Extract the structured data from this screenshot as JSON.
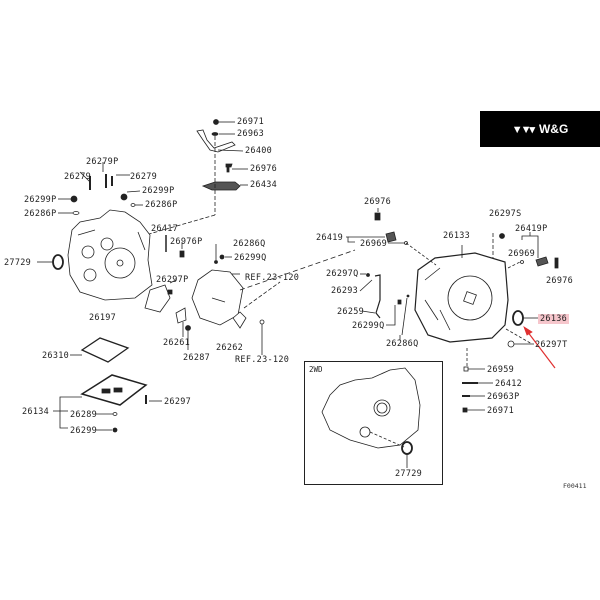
{
  "brand": {
    "logo_icon": "triple-chevron-logo",
    "logo_glyph": "▼▼▾",
    "name": "W&G"
  },
  "diagram": {
    "title_code": "F00411",
    "inset_title": "2WD",
    "highlight_color": "#f6c6cc",
    "arrow_color": "#e03030",
    "highlighted_part": "26136",
    "labels": {
      "p26971a": "26971",
      "p26963": "26963",
      "p26400": "26400",
      "p26976a": "26976",
      "p26434": "26434",
      "p26279P": "26279P",
      "p26279a": "26279",
      "p26279b": "26279",
      "p26299Pa": "26299P",
      "p26299Pb": "26299P",
      "p26286Pa": "26286P",
      "p26286Pb": "26286P",
      "p26417": "26417",
      "p26976P": "26976P",
      "p26286Q": "26286Q",
      "p26299Q": "26299Q",
      "p27729a": "27729",
      "p26297P": "26297P",
      "ref1": "REF.23-120",
      "p26197": "26197",
      "p26261": "26261",
      "p26287": "26287",
      "p26262": "26262",
      "ref2": "REF.23-120",
      "p26310": "26310",
      "p26297": "26297",
      "p26134": "26134",
      "p26289": "26289",
      "p26299": "26299",
      "p26976b": "26976",
      "p26419": "26419",
      "p26969a": "26969",
      "p26133": "26133",
      "p26297S": "26297S",
      "p26419P": "26419P",
      "p26969b": "26969",
      "p26976c": "26976",
      "p26297Q": "26297Q",
      "p26293": "26293",
      "p26259": "26259",
      "p26299Q2": "26299Q",
      "p26286Q2": "26286Q",
      "p26136": "26136",
      "p26297T": "26297T",
      "p26959": "26959",
      "p26412": "26412",
      "p26963P": "26963P",
      "p26971b": "26971",
      "p27729b": "27729"
    }
  }
}
